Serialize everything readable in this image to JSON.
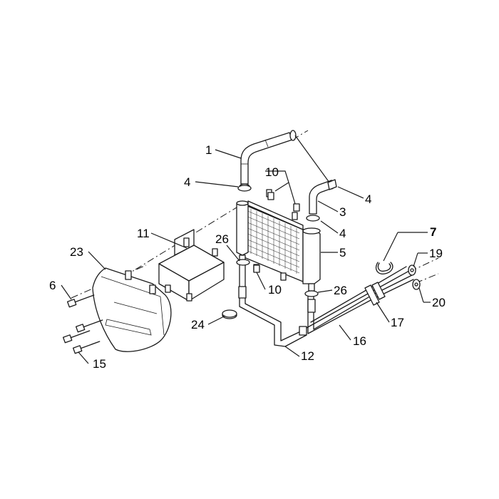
{
  "callouts": {
    "c1": "1",
    "c3": "3",
    "c4a": "4",
    "c4b": "4",
    "c4c": "4",
    "c5": "5",
    "c6": "6",
    "c7": "7",
    "c10a": "10",
    "c10b": "10",
    "c11": "11",
    "c12": "12",
    "c15": "15",
    "c16": "16",
    "c17": "17",
    "c19": "19",
    "c20": "20",
    "c23": "23",
    "c24": "24",
    "c26a": "26",
    "c26b": "26"
  }
}
